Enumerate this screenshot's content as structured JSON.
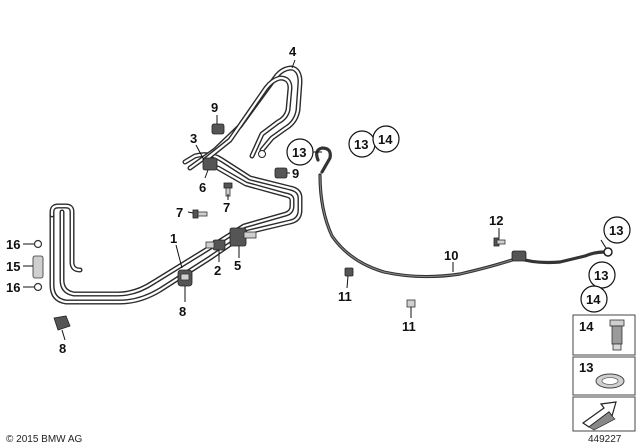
{
  "labels": {
    "l1": "1",
    "l2": "2",
    "l3": "3",
    "l4": "4",
    "l5": "5",
    "l6": "6",
    "l7a": "7",
    "l7b": "7",
    "l8a": "8",
    "l8b": "8",
    "l9a": "9",
    "l9b": "9",
    "l10": "10",
    "l11a": "11",
    "l11b": "11",
    "l12": "12",
    "l13a": "13",
    "l13b": "13",
    "l13c": "13",
    "l13d": "13",
    "l14a": "14",
    "l14b": "14",
    "l15": "15",
    "l16a": "16",
    "l16b": "16"
  },
  "legend": {
    "box14": "14",
    "box13": "13"
  },
  "footer": {
    "copyright": "© 2015 BMW AG",
    "diagram_number": "449227"
  },
  "colors": {
    "pipe": "#2b2b2b",
    "part": "#555555",
    "background": "#ffffff"
  }
}
